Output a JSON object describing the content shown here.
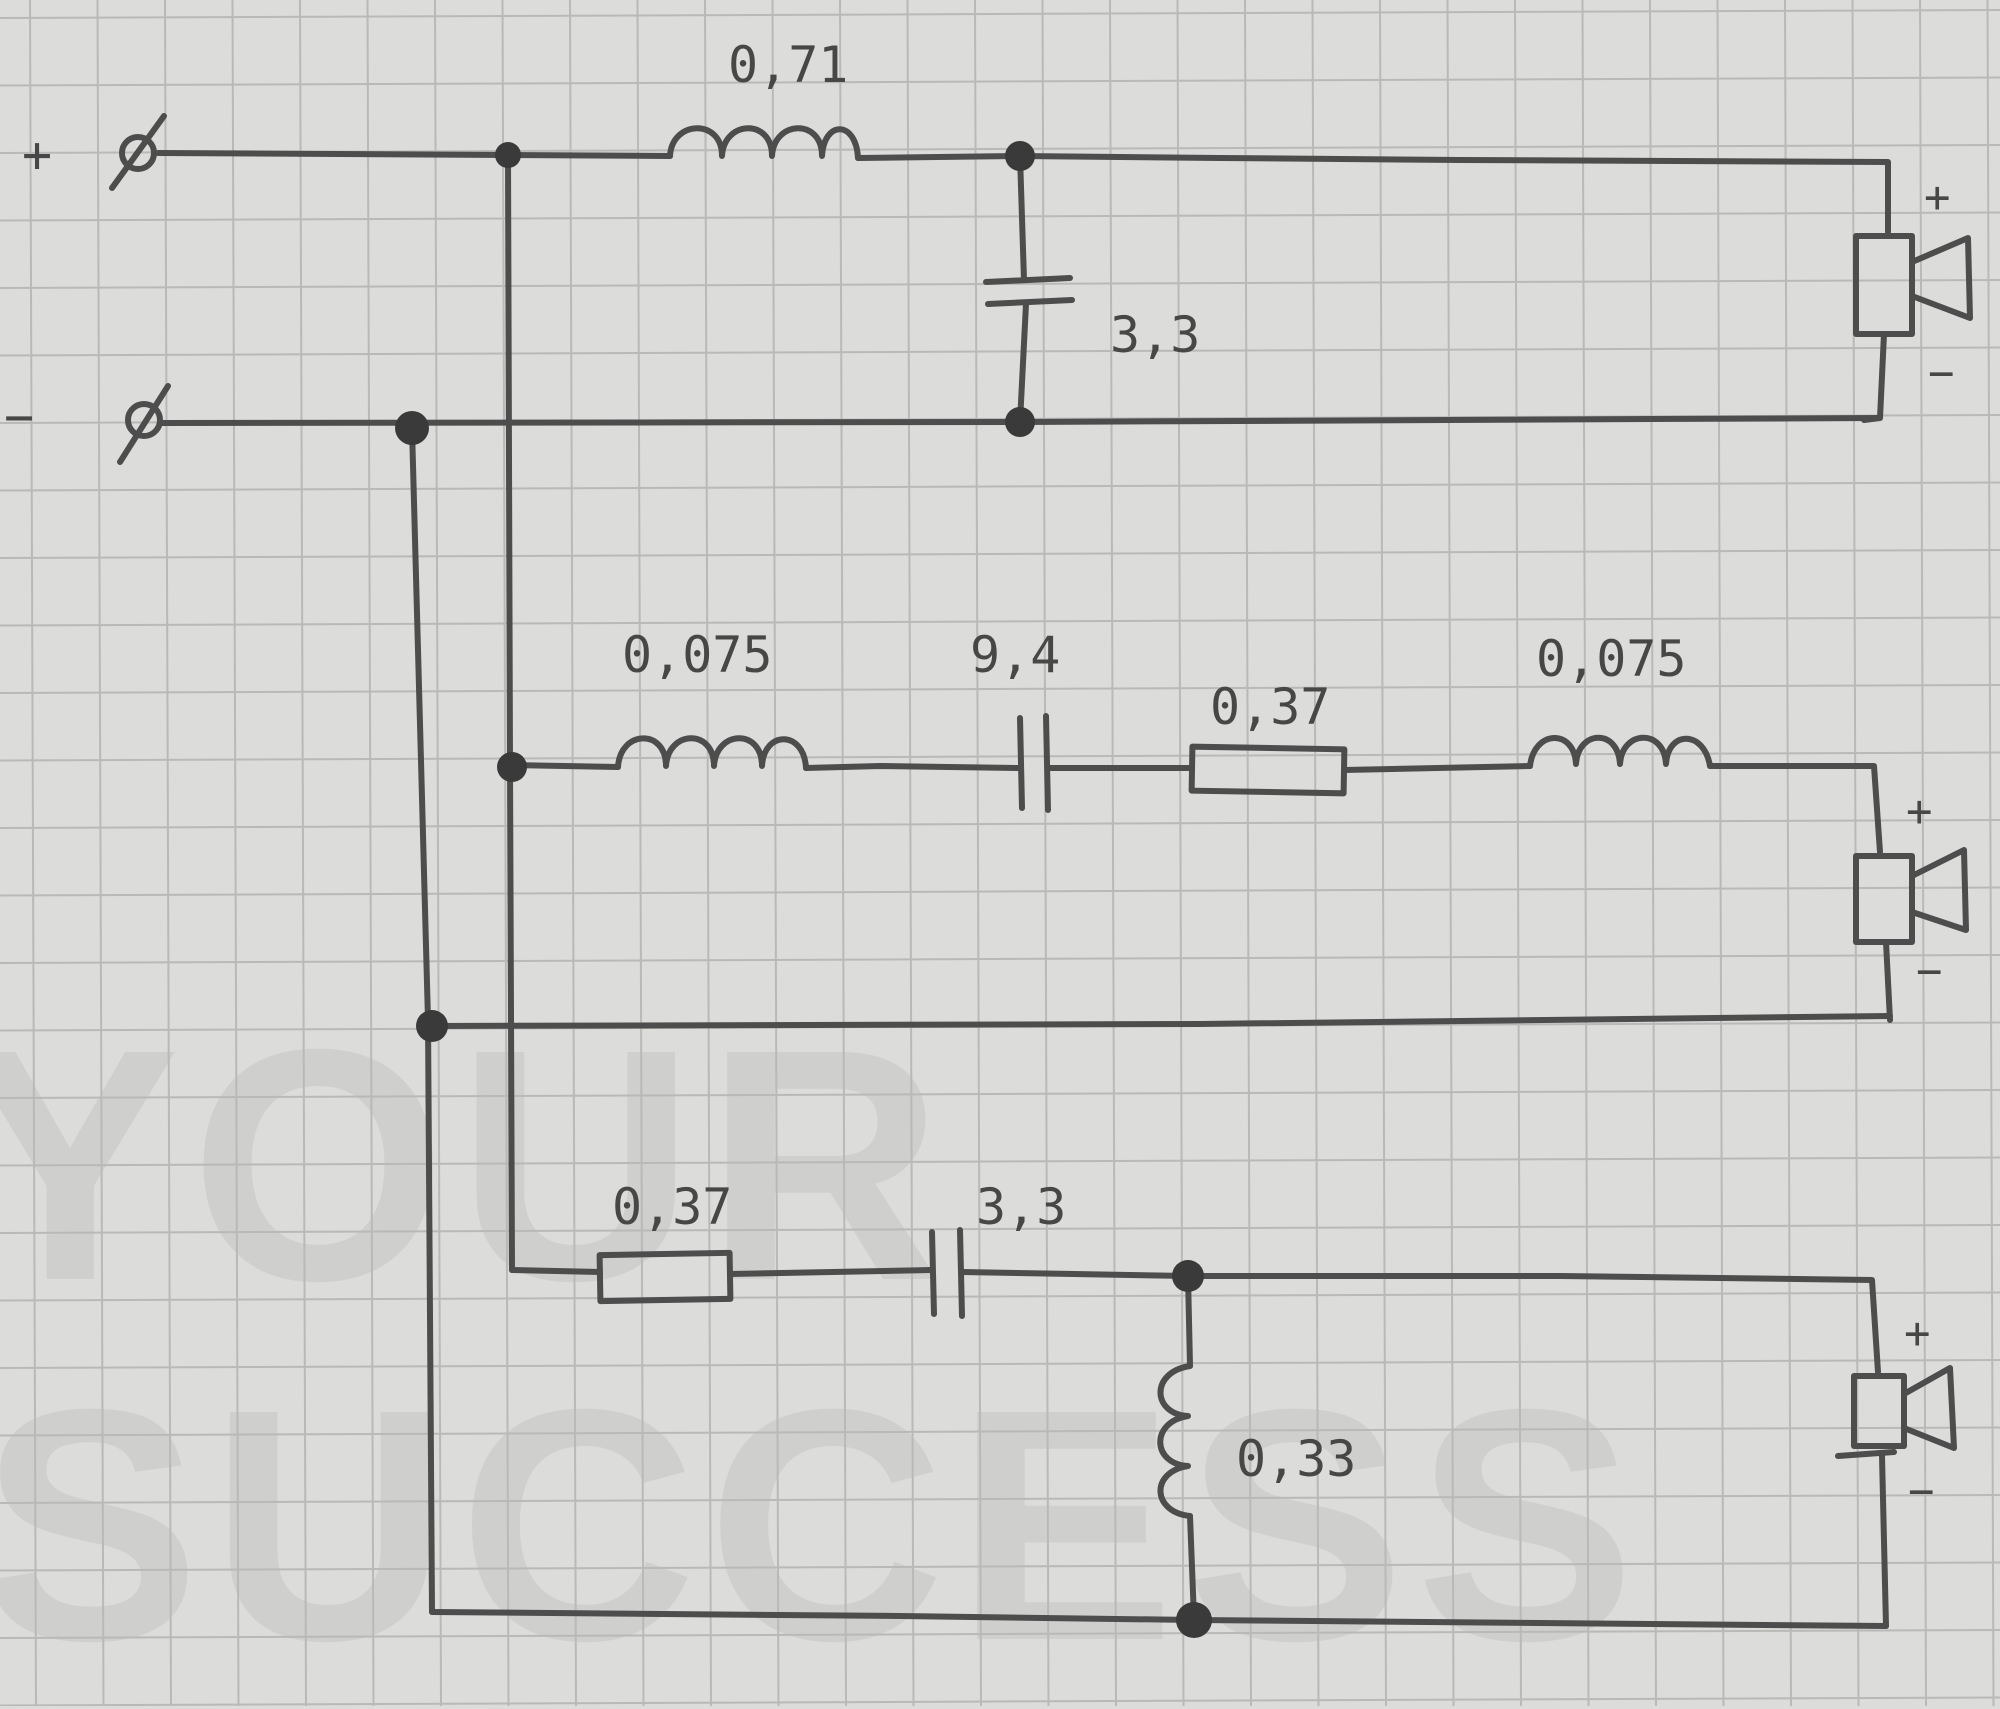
{
  "terminals": {
    "plus": "+",
    "minus": "−"
  },
  "tweeter": {
    "inductor_value": "0,71",
    "capacitor_value": "3,3",
    "polarity_plus": "+",
    "polarity_minus": "−"
  },
  "midrange": {
    "inductor1_value": "0,075",
    "capacitor_value": "9,4",
    "resistor_value": "0,37",
    "inductor2_value": "0,075",
    "polarity_plus": "+",
    "polarity_minus": "−"
  },
  "woofer": {
    "resistor_value": "0,37",
    "capacitor_value": "3,3",
    "shunt_inductor_value": "0,33",
    "polarity_plus": "+",
    "polarity_minus": "−"
  },
  "colors": {
    "paper": "#dcdcda",
    "grid": "#b9b9b7",
    "pencil": "#4d4d4d",
    "watermark": "#cfcfcd"
  }
}
